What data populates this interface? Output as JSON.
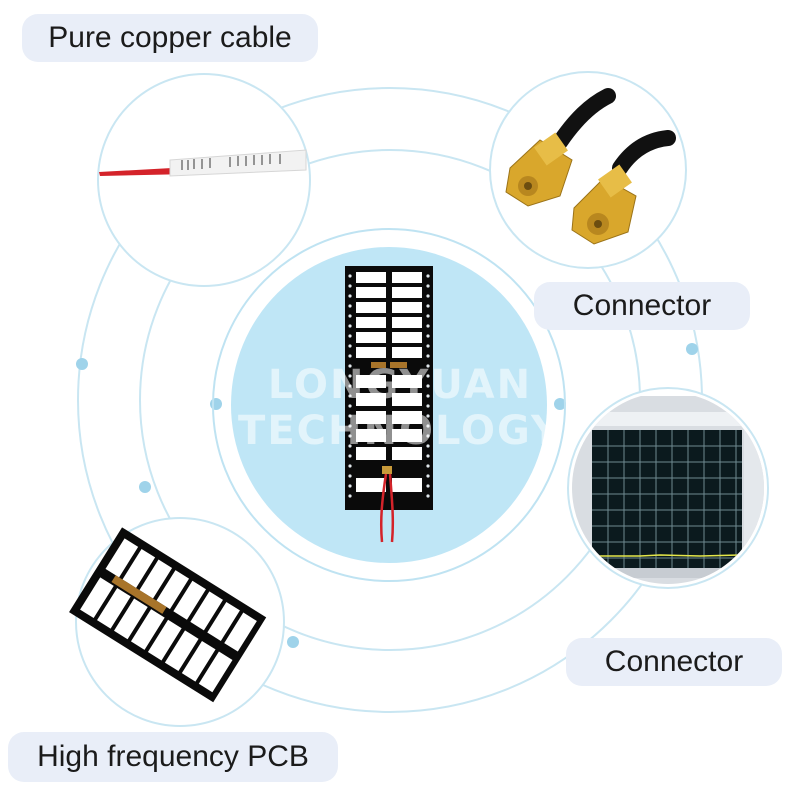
{
  "labels": {
    "cable": "Pure copper cable",
    "connector_top": "Connector",
    "connector_bottom": "Connector",
    "pcb": "High frequency PCB"
  },
  "watermark": "LONGYUAN TECHNOLOGY",
  "colors": {
    "ring": "#bfe3f2",
    "center_fill": "#bfe6f6",
    "label_bg": "#e9eef8",
    "pcb_black": "#0a0a0a",
    "cable_red": "#d4232a",
    "brass": "#d9a72c"
  },
  "icons": [
    "cable-photo",
    "sma-connector-photo",
    "antenna-pcb-photo",
    "network-analyzer-photo",
    "pcb-photo"
  ]
}
